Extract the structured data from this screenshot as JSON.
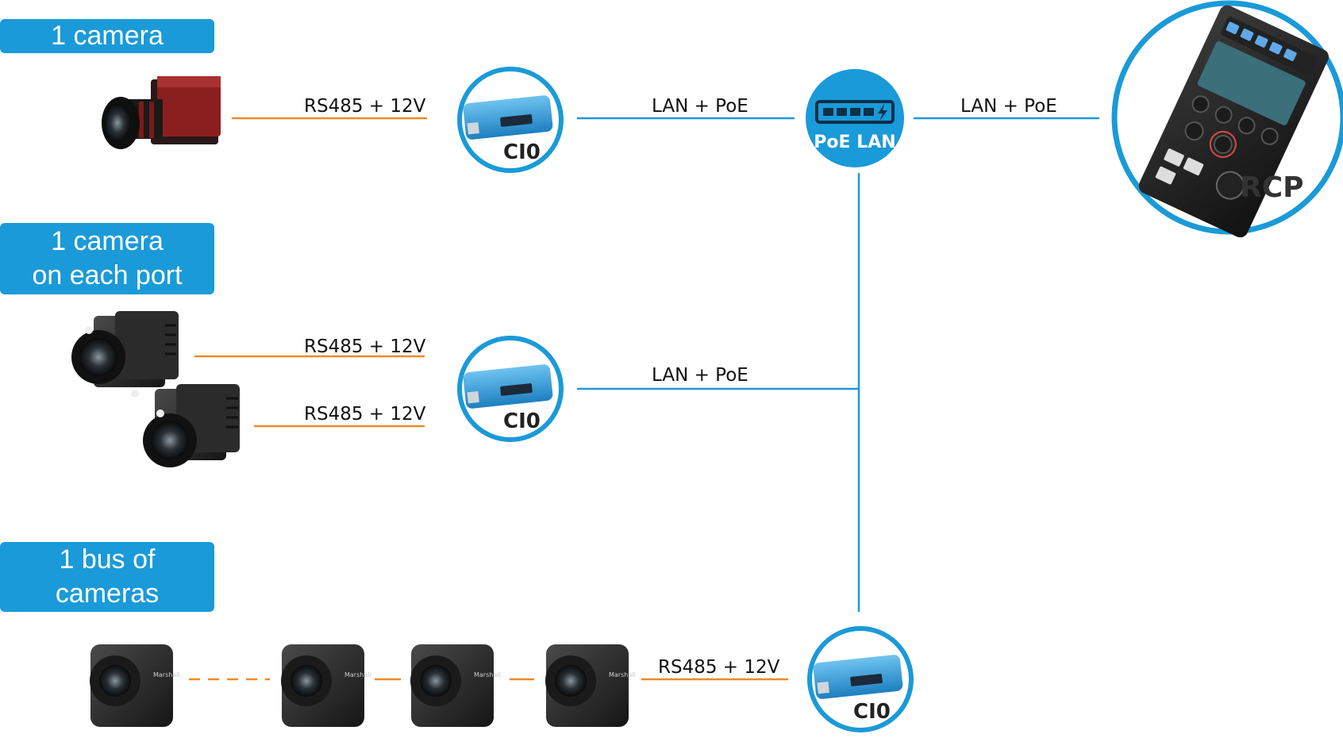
{
  "section_labels": {
    "one_camera": "1 camera",
    "each_port_line1": "1 camera",
    "each_port_line2": "on each port",
    "bus_line1": "1 bus of",
    "bus_line2": "cameras"
  },
  "links": {
    "serial": "RS485 + 12V",
    "network": "LAN + PoE"
  },
  "devices": {
    "cio": "CI0",
    "switch": "PoE LAN",
    "rcp": "RCP",
    "camera_brand": "Marshall"
  },
  "colors": {
    "accent": "#1a9ad8",
    "serial_line": "#ee8a23",
    "network_line": "#1a9ad8"
  }
}
